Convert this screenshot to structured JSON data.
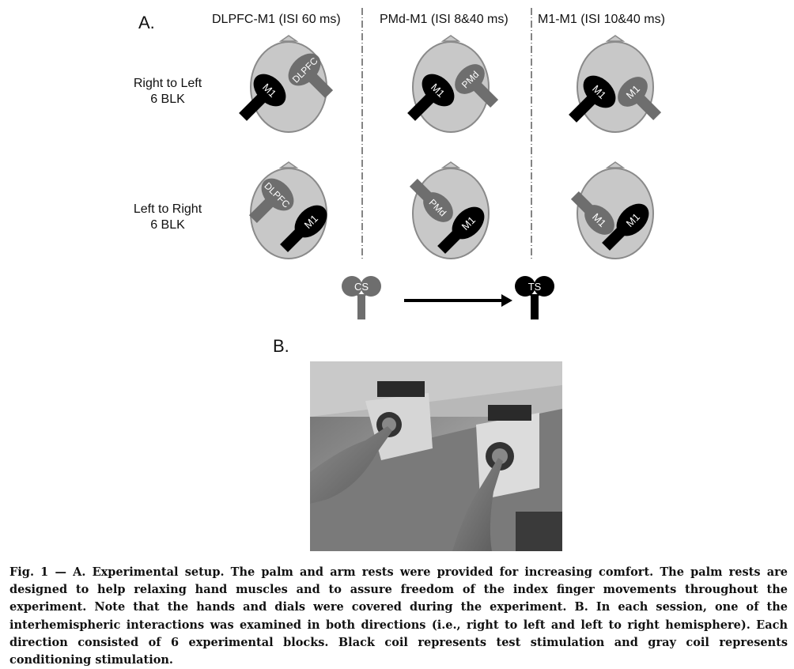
{
  "panel_a": {
    "label": "A.",
    "columns": [
      "DLPFC-M1 (ISI 60 ms)",
      "PMd-M1 (ISI 8&40 ms)",
      "M1-M1 (ISI 10&40 ms)"
    ],
    "rows": [
      {
        "line1": "Right to Left",
        "line2": "6 BLK"
      },
      {
        "line1": "Left to Right",
        "line2": "6 BLK"
      }
    ],
    "coil_labels": {
      "dlpfc": "DLPFC",
      "pmd": "PMd",
      "m1": "M1"
    },
    "legend": {
      "cs": "CS",
      "ts": "TS"
    },
    "colors": {
      "head": "#c8c8c8",
      "head_outline": "#8a8a8a",
      "gray_coil": "#6e6e6e",
      "black_coil": "#000000"
    }
  },
  "panel_b": {
    "label": "B.",
    "image_description": "photo"
  },
  "caption": {
    "fig": "Fig. 1",
    "dash": " — ",
    "text": "A. Experimental setup. The palm and arm rests were provided for increasing comfort. The palm rests are designed to help relaxing hand muscles and to assure freedom of the index finger movements throughout the experiment. Note that the hands and dials were covered during the experiment. B. In each session, one of the interhemispheric interactions was examined in both directions (i.e., right to left and left to right hemisphere). Each direction consisted of 6 experimental blocks. Black coil represents test stimulation and gray coil represents conditioning stimulation."
  }
}
